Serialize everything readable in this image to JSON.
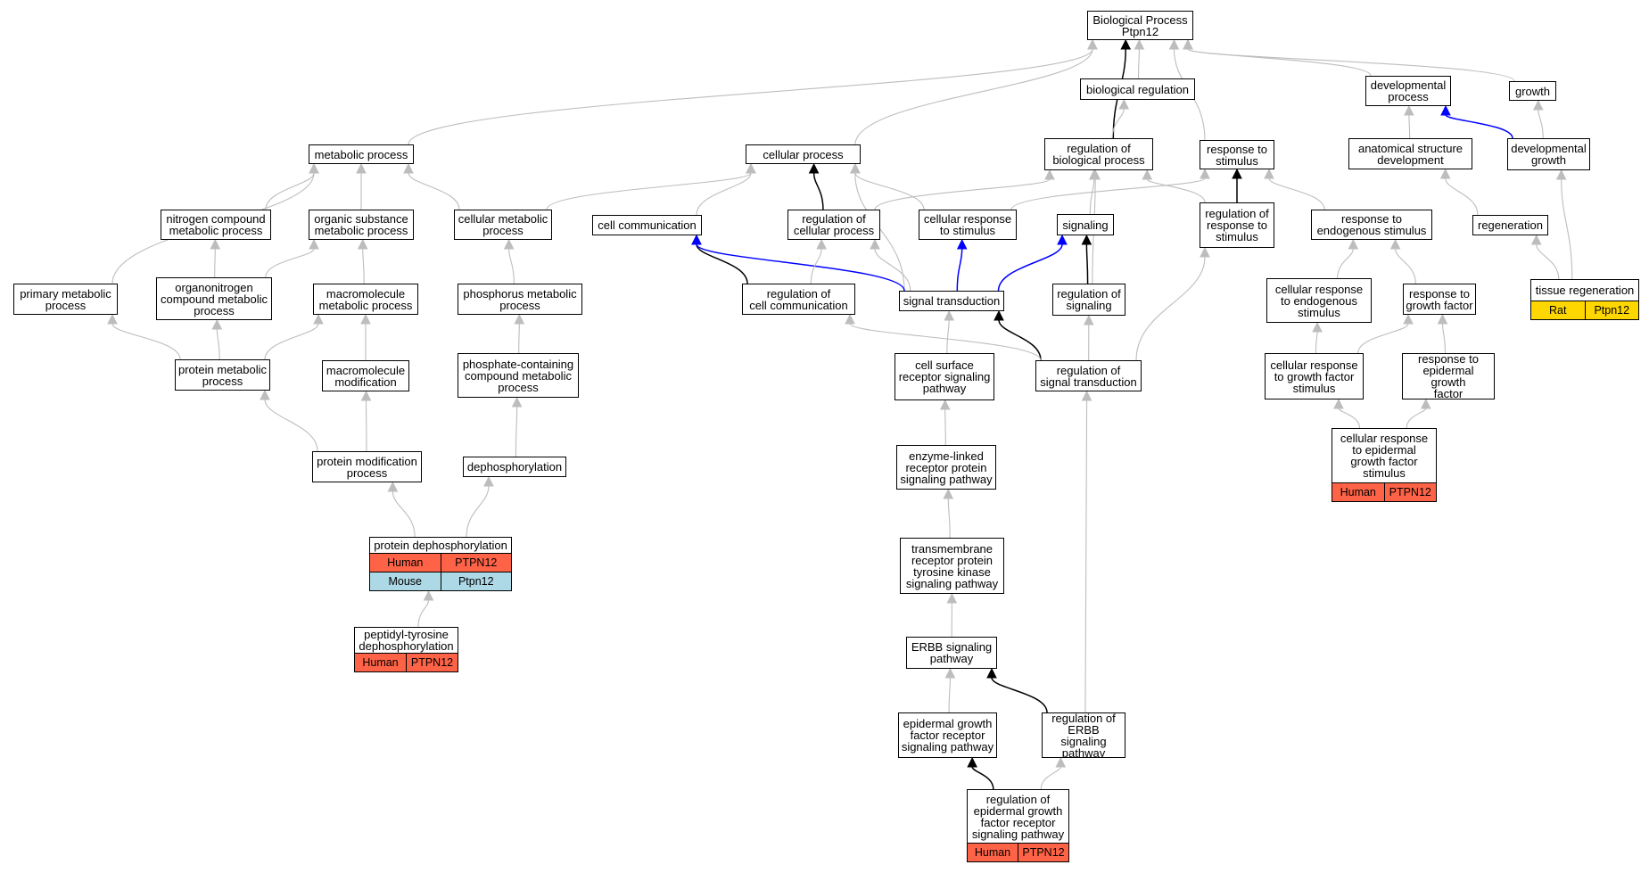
{
  "colors": {
    "human": "#ff6347",
    "mouse": "#add8e6",
    "rat": "#ffd700",
    "edge_default": "#bdbdbd",
    "edge_black": "#000000",
    "edge_blue": "#0000ff"
  },
  "nodes": [
    {
      "id": "bp",
      "label": "Biological Process\nPtpn12"
    },
    {
      "id": "breg",
      "label": "biological regulation"
    },
    {
      "id": "dev",
      "label": "developmental\nprocess"
    },
    {
      "id": "growth",
      "label": "growth"
    },
    {
      "id": "met",
      "label": "metabolic process"
    },
    {
      "id": "cell",
      "label": "cellular process"
    },
    {
      "id": "regbp",
      "label": "regulation of\nbiological process"
    },
    {
      "id": "resp",
      "label": "response to\nstimulus"
    },
    {
      "id": "asd",
      "label": "anatomical structure\ndevelopment"
    },
    {
      "id": "devg",
      "label": "developmental\ngrowth"
    },
    {
      "id": "ncmp",
      "label": "nitrogen compound\nmetabolic process"
    },
    {
      "id": "osmp",
      "label": "organic substance\nmetabolic process"
    },
    {
      "id": "cmp",
      "label": "cellular metabolic\nprocess"
    },
    {
      "id": "ccom",
      "label": "cell communication"
    },
    {
      "id": "regcp",
      "label": "regulation of\ncellular process"
    },
    {
      "id": "crs",
      "label": "cellular response\nto stimulus"
    },
    {
      "id": "sig",
      "label": "signaling"
    },
    {
      "id": "regrs",
      "label": "regulation of\nresponse to\nstimulus"
    },
    {
      "id": "res",
      "label": "response to\nendogenous stimulus"
    },
    {
      "id": "regen",
      "label": "regeneration"
    },
    {
      "id": "pmp",
      "label": "primary metabolic\nprocess"
    },
    {
      "id": "oncmp",
      "label": "organonitrogen\ncompound metabolic\nprocess"
    },
    {
      "id": "mmp",
      "label": "macromolecule\nmetabolic process"
    },
    {
      "id": "phmp",
      "label": "phosphorus metabolic\nprocess"
    },
    {
      "id": "regcc",
      "label": "regulation of\ncell communication"
    },
    {
      "id": "st",
      "label": "signal transduction"
    },
    {
      "id": "regsig",
      "label": "regulation of\nsignaling"
    },
    {
      "id": "cres",
      "label": "cellular response\nto endogenous\nstimulus"
    },
    {
      "id": "rgf",
      "label": "response to\ngrowth factor"
    },
    {
      "id": "treg",
      "label": "tissue regeneration"
    },
    {
      "id": "protmp",
      "label": "protein metabolic\nprocess"
    },
    {
      "id": "mmod",
      "label": "macromolecule\nmodification"
    },
    {
      "id": "pccmp",
      "label": "phosphate-containing\ncompound metabolic\nprocess"
    },
    {
      "id": "csrsp",
      "label": "cell surface\nreceptor signaling\npathway"
    },
    {
      "id": "regst",
      "label": "regulation of\nsignal transduction"
    },
    {
      "id": "crgf",
      "label": "cellular response\nto growth factor\nstimulus"
    },
    {
      "id": "regf",
      "label": "response to\nepidermal growth\nfactor"
    },
    {
      "id": "pmod",
      "label": "protein modification\nprocess"
    },
    {
      "id": "deph",
      "label": "dephosphorylation"
    },
    {
      "id": "crego",
      "label": "cellular response\nto epidermal\ngrowth factor\nstimulus"
    },
    {
      "id": "elrp",
      "label": "enzyme-linked\nreceptor protein\nsignaling pathway"
    },
    {
      "id": "pdeph",
      "label": "protein dephosphorylation"
    },
    {
      "id": "trptk",
      "label": "transmembrane\nreceptor protein\ntyrosine kinase\nsignaling pathway"
    },
    {
      "id": "ptdeph",
      "label": "peptidyl-tyrosine\ndephosphorylation"
    },
    {
      "id": "erbb",
      "label": "ERBB signaling\npathway"
    },
    {
      "id": "egfr",
      "label": "epidermal growth\nfactor receptor\nsignaling pathway"
    },
    {
      "id": "regerbb",
      "label": "regulation of\nERBB signaling\npathway"
    },
    {
      "id": "regegfr",
      "label": "regulation of\nepidermal growth\nfactor receptor\nsignaling pathway"
    }
  ],
  "annotations": [
    {
      "node": "treg",
      "rows": [
        {
          "species": "Rat",
          "gene": "Ptpn12"
        }
      ]
    },
    {
      "node": "crego",
      "rows": [
        {
          "species": "Human",
          "gene": "PTPN12"
        }
      ]
    },
    {
      "node": "pdeph",
      "rows": [
        {
          "species": "Human",
          "gene": "PTPN12"
        },
        {
          "species": "Mouse",
          "gene": "Ptpn12"
        }
      ]
    },
    {
      "node": "ptdeph",
      "rows": [
        {
          "species": "Human",
          "gene": "PTPN12"
        }
      ]
    },
    {
      "node": "regegfr",
      "rows": [
        {
          "species": "Human",
          "gene": "PTPN12"
        }
      ]
    }
  ],
  "edges": [
    {
      "from": "met",
      "to": "bp",
      "color": "gray"
    },
    {
      "from": "cell",
      "to": "bp",
      "color": "gray"
    },
    {
      "from": "breg",
      "to": "bp",
      "color": "gray"
    },
    {
      "from": "regbp",
      "to": "bp",
      "color": "black"
    },
    {
      "from": "resp",
      "to": "bp",
      "color": "gray"
    },
    {
      "from": "dev",
      "to": "bp",
      "color": "gray"
    },
    {
      "from": "growth",
      "to": "bp",
      "color": "gray"
    },
    {
      "from": "regbp",
      "to": "breg",
      "color": "gray"
    },
    {
      "from": "asd",
      "to": "dev",
      "color": "gray"
    },
    {
      "from": "devg",
      "to": "dev",
      "color": "blue"
    },
    {
      "from": "devg",
      "to": "growth",
      "color": "gray"
    },
    {
      "from": "ncmp",
      "to": "met",
      "color": "gray"
    },
    {
      "from": "osmp",
      "to": "met",
      "color": "gray"
    },
    {
      "from": "cmp",
      "to": "met",
      "color": "gray"
    },
    {
      "from": "pmp",
      "to": "met",
      "color": "gray"
    },
    {
      "from": "ccom",
      "to": "cell",
      "color": "gray"
    },
    {
      "from": "regcp",
      "to": "cell",
      "color": "black"
    },
    {
      "from": "crs",
      "to": "cell",
      "color": "gray"
    },
    {
      "from": "cmp",
      "to": "cell",
      "color": "gray"
    },
    {
      "from": "st",
      "to": "cell",
      "color": "gray"
    },
    {
      "from": "regcp",
      "to": "regbp",
      "color": "gray"
    },
    {
      "from": "sig",
      "to": "regbp",
      "color": "gray"
    },
    {
      "from": "regrs",
      "to": "regbp",
      "color": "gray"
    },
    {
      "from": "regsig",
      "to": "regbp",
      "color": "gray"
    },
    {
      "from": "crs",
      "to": "resp",
      "color": "gray"
    },
    {
      "from": "regrs",
      "to": "resp",
      "color": "black"
    },
    {
      "from": "res",
      "to": "resp",
      "color": "gray"
    },
    {
      "from": "regen",
      "to": "asd",
      "color": "gray"
    },
    {
      "from": "treg",
      "to": "regen",
      "color": "gray"
    },
    {
      "from": "treg",
      "to": "devg",
      "color": "gray"
    },
    {
      "from": "oncmp",
      "to": "ncmp",
      "color": "gray"
    },
    {
      "from": "oncmp",
      "to": "osmp",
      "color": "gray"
    },
    {
      "from": "mmp",
      "to": "osmp",
      "color": "gray"
    },
    {
      "from": "phmp",
      "to": "cmp",
      "color": "gray"
    },
    {
      "from": "protmp",
      "to": "oncmp",
      "color": "gray"
    },
    {
      "from": "protmp",
      "to": "mmp",
      "color": "gray"
    },
    {
      "from": "protmp",
      "to": "pmp",
      "color": "gray"
    },
    {
      "from": "mmod",
      "to": "mmp",
      "color": "gray"
    },
    {
      "from": "pccmp",
      "to": "phmp",
      "color": "gray"
    },
    {
      "from": "regcc",
      "to": "ccom",
      "color": "black"
    },
    {
      "from": "st",
      "to": "ccom",
      "color": "blue"
    },
    {
      "from": "regcc",
      "to": "regcp",
      "color": "gray"
    },
    {
      "from": "st",
      "to": "regcp",
      "color": "gray"
    },
    {
      "from": "st",
      "to": "crs",
      "color": "blue"
    },
    {
      "from": "st",
      "to": "sig",
      "color": "blue"
    },
    {
      "from": "regsig",
      "to": "sig",
      "color": "black"
    },
    {
      "from": "regst",
      "to": "regsig",
      "color": "gray"
    },
    {
      "from": "regst",
      "to": "st",
      "color": "black"
    },
    {
      "from": "regst",
      "to": "regcc",
      "color": "gray"
    },
    {
      "from": "regst",
      "to": "regrs",
      "color": "gray"
    },
    {
      "from": "csrsp",
      "to": "st",
      "color": "gray"
    },
    {
      "from": "cres",
      "to": "res",
      "color": "gray"
    },
    {
      "from": "rgf",
      "to": "res",
      "color": "gray"
    },
    {
      "from": "crgf",
      "to": "cres",
      "color": "gray"
    },
    {
      "from": "crgf",
      "to": "rgf",
      "color": "gray"
    },
    {
      "from": "regf",
      "to": "rgf",
      "color": "gray"
    },
    {
      "from": "crego",
      "to": "crgf",
      "color": "gray"
    },
    {
      "from": "crego",
      "to": "regf",
      "color": "gray"
    },
    {
      "from": "pmod",
      "to": "protmp",
      "color": "gray"
    },
    {
      "from": "pmod",
      "to": "mmod",
      "color": "gray"
    },
    {
      "from": "deph",
      "to": "pccmp",
      "color": "gray"
    },
    {
      "from": "pdeph",
      "to": "pmod",
      "color": "gray"
    },
    {
      "from": "pdeph",
      "to": "deph",
      "color": "gray"
    },
    {
      "from": "ptdeph",
      "to": "pdeph",
      "color": "gray"
    },
    {
      "from": "elrp",
      "to": "csrsp",
      "color": "gray"
    },
    {
      "from": "trptk",
      "to": "elrp",
      "color": "gray"
    },
    {
      "from": "erbb",
      "to": "trptk",
      "color": "gray"
    },
    {
      "from": "egfr",
      "to": "erbb",
      "color": "gray"
    },
    {
      "from": "regerbb",
      "to": "erbb",
      "color": "black"
    },
    {
      "from": "regerbb",
      "to": "regst",
      "color": "gray"
    },
    {
      "from": "regegfr",
      "to": "egfr",
      "color": "black"
    },
    {
      "from": "regegfr",
      "to": "regerbb",
      "color": "gray"
    }
  ]
}
